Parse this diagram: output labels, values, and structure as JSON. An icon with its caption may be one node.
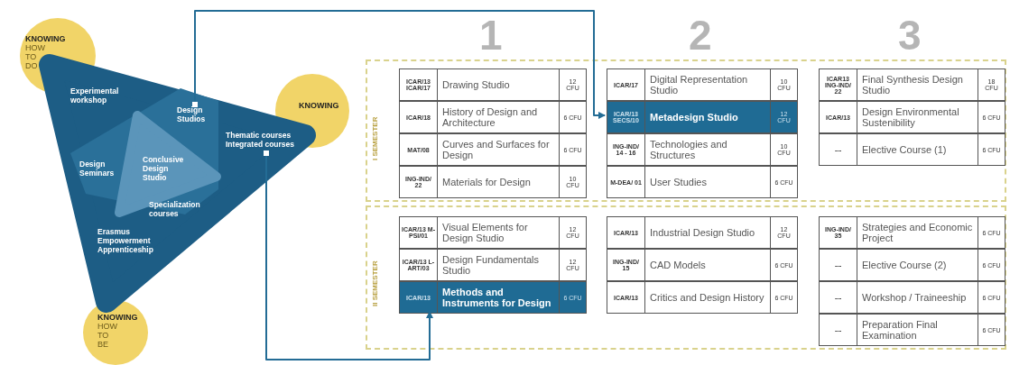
{
  "diagram": {
    "nodes": [
      {
        "text": [
          "KNOWING",
          "HOW TO DO"
        ]
      },
      {
        "text": [
          "KNOWING"
        ]
      },
      {
        "text": [
          "KNOWING",
          "HOW TO BE"
        ]
      },
      {
        "text": [],
        "shape": "triangle"
      },
      {
        "text": [
          "Experimental workshop"
        ],
        "in": 3
      },
      {
        "text": [
          "Design Studios"
        ],
        "in": 3
      },
      {
        "text": [
          "Thematic courses",
          "Integrated courses"
        ],
        "in": 3
      },
      {
        "text": [
          "Design Seminars"
        ],
        "in": 3
      },
      {
        "text": [
          "Conclusive Design Studio"
        ],
        "in": 3
      },
      {
        "text": [
          "Specialization courses"
        ],
        "in": 3
      },
      {
        "text": [
          "Erasmus Empowerment Apprenticeship"
        ],
        "in": 3
      },
      {
        "text": [
          "I SEMESTER"
        ]
      },
      {
        "text": [
          "ICAR/13 ICAR/17",
          "Drawing Studio",
          "12 CFU"
        ],
        "in": 11
      },
      {
        "text": [
          "ICAR/18",
          "History of Design and Architecture",
          "6 CFU"
        ],
        "in": 11
      },
      {
        "text": [
          "MAT/08",
          "Curves and Surfaces for Design",
          "6 CFU"
        ],
        "in": 11
      },
      {
        "text": [
          "ING-IND/ 22",
          "Materials for Design",
          "10 CFU"
        ],
        "in": 11
      },
      {
        "text": [
          "ICAR/17",
          "Digital Representation Studio",
          "10 CFU"
        ],
        "in": 11
      },
      {
        "text": [
          "ICAR/13 SECS/10",
          "Metadesign Studio",
          "12 CFU"
        ],
        "in": 11
      },
      {
        "text": [
          "ING-IND/ 14 - 16",
          "Technologies and Structures",
          "10 CFU"
        ],
        "in": 11
      },
      {
        "text": [
          "M-DEA/ 01",
          "User Studies",
          "6 CFU"
        ],
        "in": 11
      },
      {
        "text": [
          "ICAR13 ING-IND/ 22",
          "Final Synthesis Design Studio",
          "18 CFU"
        ],
        "in": 11
      },
      {
        "text": [
          "ICAR/13",
          "Design Environmental Sustenibility",
          "6 CFU"
        ],
        "in": 11
      },
      {
        "text": [
          "---",
          "Elective Course (1)",
          "6 CFU"
        ],
        "in": 11
      },
      {
        "text": [
          "II SEMESTER"
        ]
      },
      {
        "text": [
          "ICAR/13 M-PSI/01",
          "Visual Elements for Design Studio",
          "12 CFU"
        ],
        "in": 23
      },
      {
        "text": [
          "ICAR/13 L-ART/03",
          "Design Fundamentals Studio",
          "12 CFU"
        ],
        "in": 23
      },
      {
        "text": [
          "ICAR/13",
          "Methods and Instruments for Design",
          "6 CFU"
        ],
        "in": 23
      },
      {
        "text": [
          "ICAR/13",
          "Industrial Design Studio",
          "12 CFU"
        ],
        "in": 23
      },
      {
        "text": [
          "ING-IND/ 15",
          "CAD Models",
          "6 CFU"
        ],
        "in": 23
      },
      {
        "text": [
          "ICAR/13",
          "Critics and Design History",
          "6 CFU"
        ],
        "in": 23
      },
      {
        "text": [
          "ING-IND/ 35",
          "Strategies and Economic Project",
          "6 CFU"
        ],
        "in": 23
      },
      {
        "text": [
          "---",
          "Elective Course (2)",
          "6 CFU"
        ],
        "in": 23
      },
      {
        "text": [
          "---",
          "Workshop / Traineeship",
          "6 CFU"
        ],
        "in": 23
      },
      {
        "text": [
          "---",
          "Preparation Final Examination",
          "6 CFU"
        ],
        "in": 23
      }
    ],
    "edges": [
      {
        "from": 5,
        "to": 17,
        "arrow": "to"
      },
      {
        "from": 6,
        "to": 26,
        "arrow": "to"
      }
    ],
    "labels": [
      "1",
      "2",
      "3"
    ]
  }
}
